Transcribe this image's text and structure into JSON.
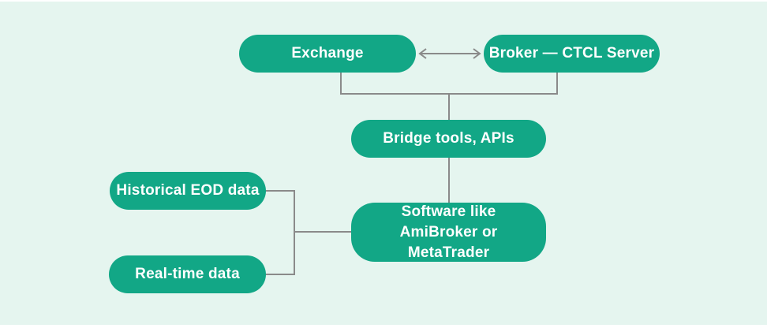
{
  "diagram": {
    "title_hint": "Trading data flow diagram",
    "colors": {
      "background": "#e5f5ef",
      "outer_margin": "#ffffff",
      "node_fill": "#12a786",
      "node_text": "#ffffff",
      "connector": "#8a8a8a"
    },
    "nodes": {
      "exchange": {
        "label": "Exchange"
      },
      "broker": {
        "label": "Broker — CTCL Server"
      },
      "bridge": {
        "label": "Bridge tools, APIs"
      },
      "software": {
        "label": "Software like AmiBroker or MetaTrader"
      },
      "historical": {
        "label": "Historical EOD data"
      },
      "realtime": {
        "label": "Real-time data"
      }
    },
    "edges": [
      {
        "from": "exchange",
        "to": "broker",
        "style": "double-headed-arrow"
      },
      {
        "from": "exchange",
        "to": "bridge",
        "style": "line"
      },
      {
        "from": "broker",
        "to": "bridge",
        "style": "line"
      },
      {
        "from": "bridge",
        "to": "software",
        "style": "line"
      },
      {
        "from": "historical",
        "to": "software",
        "style": "line"
      },
      {
        "from": "realtime",
        "to": "software",
        "style": "line"
      }
    ]
  }
}
